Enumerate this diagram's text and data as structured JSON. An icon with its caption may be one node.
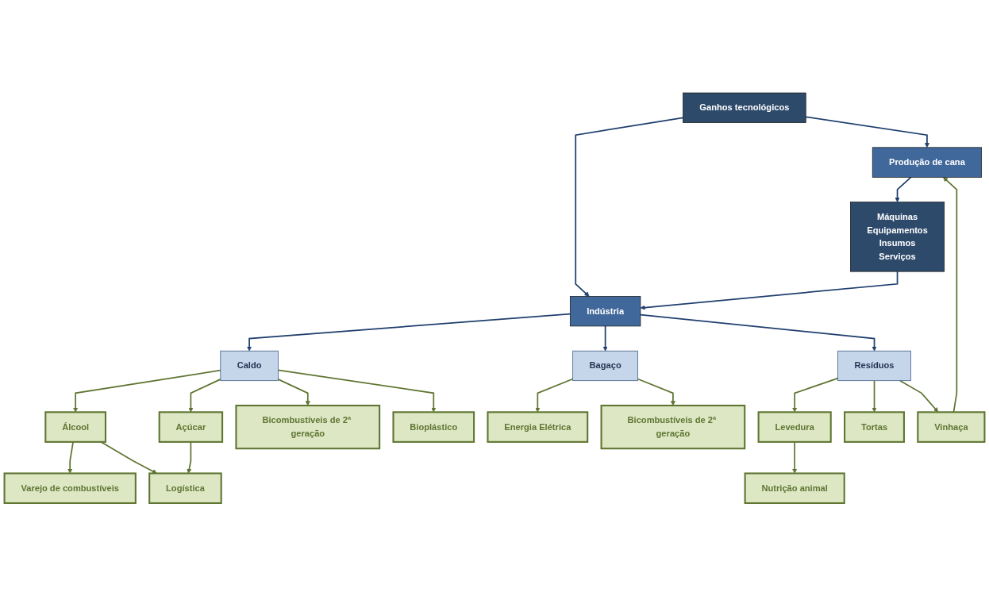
{
  "diagram": {
    "nodes": [
      {
        "text": [
          "Ganhos tecnológicos"
        ]
      },
      {
        "text": [
          "Produção de cana"
        ]
      },
      {
        "text": [
          "Máquinas",
          "Equipamentos",
          "Insumos",
          "Serviços"
        ]
      },
      {
        "text": [
          "Indústria"
        ]
      },
      {
        "text": [
          "Caldo"
        ]
      },
      {
        "text": [
          "Bagaço"
        ]
      },
      {
        "text": [
          "Resíduos"
        ]
      },
      {
        "text": [
          "Álcool"
        ]
      },
      {
        "text": [
          "Açúcar"
        ]
      },
      {
        "text": [
          "Bicombustíveis de 2ª geração"
        ]
      },
      {
        "text": [
          "Bioplástico"
        ]
      },
      {
        "text": [
          "Varejo de combustíveis"
        ]
      },
      {
        "text": [
          "Logística"
        ]
      },
      {
        "text": [
          "Energia Elétrica"
        ]
      },
      {
        "text": [
          "Bicombustíveis de 2ª geração"
        ]
      },
      {
        "text": [
          "Levedura"
        ]
      },
      {
        "text": [
          "Tortas"
        ]
      },
      {
        "text": [
          "Vinhaça"
        ]
      },
      {
        "text": [
          "Nutrição animal"
        ]
      }
    ],
    "edges": [
      {
        "from": 0,
        "to": 1,
        "arrow": "to",
        "color": "#1f3f6e"
      },
      {
        "from": 0,
        "to": 3,
        "arrow": "to",
        "color": "#1f3f6e"
      },
      {
        "from": 1,
        "to": 2,
        "arrow": "to",
        "color": "#1f3f6e"
      },
      {
        "from": 2,
        "to": 3,
        "arrow": "to",
        "color": "#1f3f6e"
      },
      {
        "from": 3,
        "to": 4,
        "arrow": "to",
        "color": "#1f3f6e"
      },
      {
        "from": 3,
        "to": 5,
        "arrow": "to",
        "color": "#1f3f6e"
      },
      {
        "from": 3,
        "to": 6,
        "arrow": "to",
        "color": "#1f3f6e"
      },
      {
        "from": 4,
        "to": 7,
        "arrow": "to"
      },
      {
        "from": 4,
        "to": 8,
        "arrow": "to"
      },
      {
        "from": 4,
        "to": 9,
        "arrow": "to"
      },
      {
        "from": 4,
        "to": 10,
        "arrow": "to"
      },
      {
        "from": 7,
        "to": 11,
        "arrow": "to"
      },
      {
        "from": 7,
        "to": 12,
        "arrow": "to"
      },
      {
        "from": 8,
        "to": 12,
        "arrow": "to"
      },
      {
        "from": 5,
        "to": 13,
        "arrow": "to"
      },
      {
        "from": 5,
        "to": 14,
        "arrow": "to"
      },
      {
        "from": 6,
        "to": 15,
        "arrow": "to"
      },
      {
        "from": 6,
        "to": 16,
        "arrow": "to"
      },
      {
        "from": 6,
        "to": 17,
        "arrow": "to"
      },
      {
        "from": 15,
        "to": 18,
        "arrow": "to"
      },
      {
        "from": 17,
        "to": 1,
        "arrow": "to"
      }
    ]
  }
}
